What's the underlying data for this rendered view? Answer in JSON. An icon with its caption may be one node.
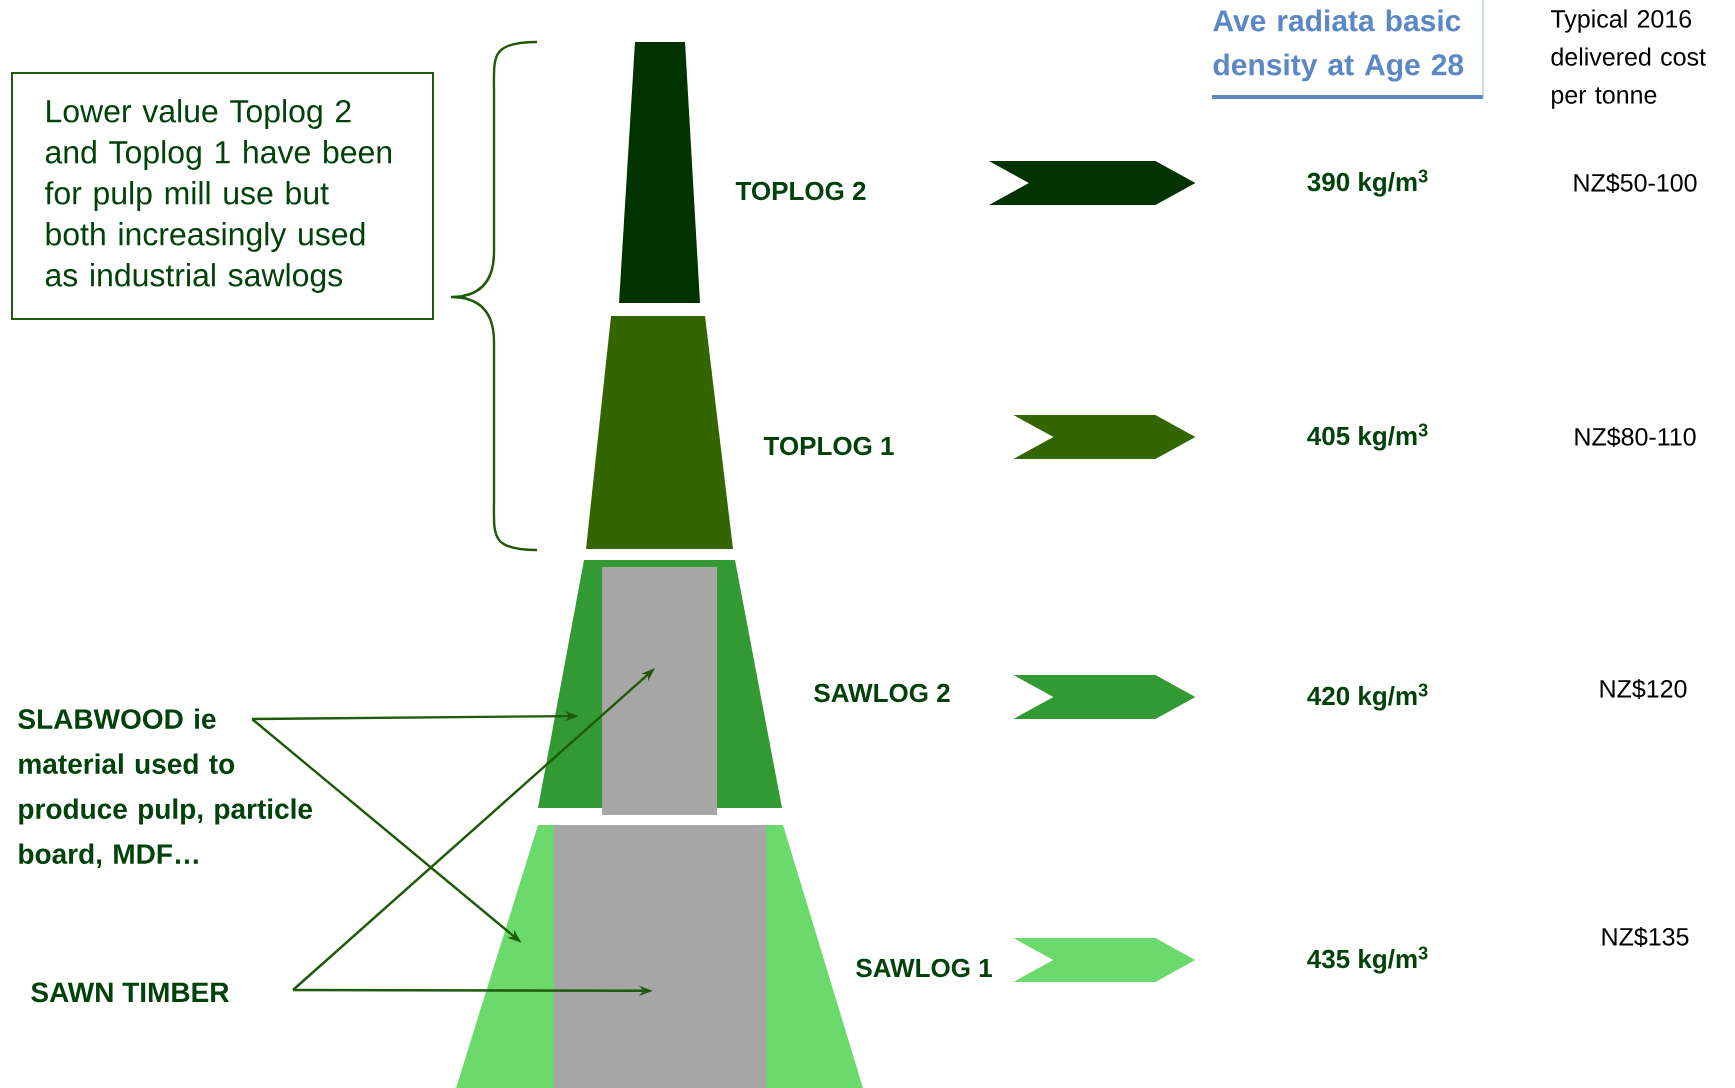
{
  "diagram": {
    "nodes": [
      {
        "text": [
          "Lower value Toplog 2 and Toplog 1 have been for pulp mill use but both increasingly used as industrial sawlogs"
        ]
      },
      {
        "text": [
          "TOPLOG 2"
        ]
      },
      {
        "text": [
          "TOPLOG 1"
        ]
      },
      {
        "text": [
          "SAWLOG 2"
        ]
      },
      {
        "text": [],
        "shape": "box",
        "in": 3
      },
      {
        "text": [
          "SAWLOG 1"
        ]
      },
      {
        "text": [],
        "shape": "box",
        "in": 5
      },
      {
        "text": [
          "390 kg/m$^{3}$"
        ]
      },
      {
        "text": [
          "405 kg/m$^{3}$"
        ]
      },
      {
        "text": [
          "420 kg/m$^{3}$"
        ]
      },
      {
        "text": [
          "435 kg/m$^{3}$"
        ]
      },
      {
        "text": [
          "SLABWOOD ie material used to produce  pulp, particle board, MDF…"
        ]
      },
      {
        "text": [
          "SAWN TIMBER"
        ]
      }
    ],
    "edges": [
      {
        "from": 1,
        "to": 7,
        "arrow": "to",
        "style": "thick",
        "color": "#003300"
      },
      {
        "from": 2,
        "to": 8,
        "arrow": "to",
        "style": "thick",
        "color": "#336600"
      },
      {
        "from": 3,
        "to": 9,
        "arrow": "to",
        "style": "thick",
        "color": "#339933"
      },
      {
        "from": 5,
        "to": 10,
        "arrow": "to",
        "style": "thick",
        "color": "#6bd96b"
      },
      {
        "from": 11,
        "to": 3,
        "arrow": "to"
      },
      {
        "from": 11,
        "to": 5,
        "arrow": "to"
      },
      {
        "from": 12,
        "to": 4,
        "arrow": "to"
      },
      {
        "from": 12,
        "to": 6,
        "arrow": "to"
      }
    ],
    "labels": [
      "Ave radiata basic density at Age 28",
      "Typical 2016 delivered cost per tonne",
      "NZ$50-100",
      "NZ$80-110",
      "NZ$120",
      "NZ$135"
    ]
  }
}
